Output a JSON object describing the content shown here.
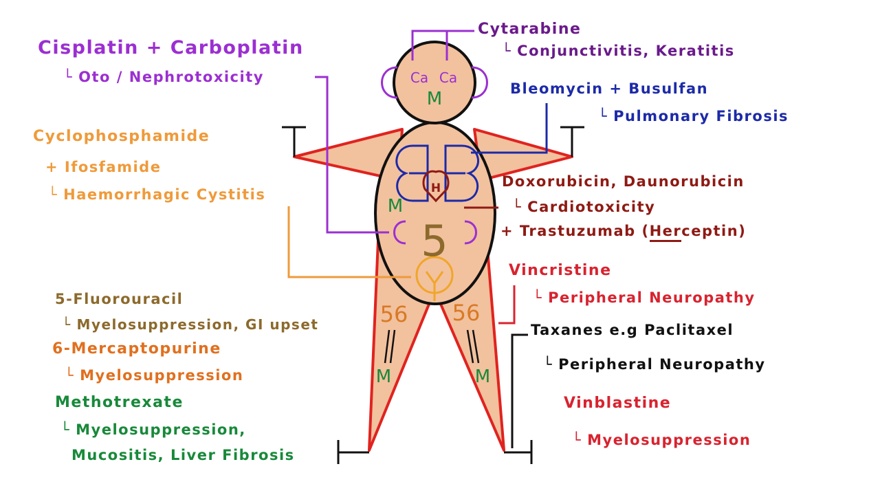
{
  "body_labels": {
    "head_left": "Ca",
    "head_right": "Ca",
    "head_m": "M",
    "heart": "H",
    "gut_5": "5",
    "gut_m": "M",
    "left_leg_num": "56",
    "right_leg_num": "56",
    "left_leg_m": "M",
    "right_leg_m": "M"
  },
  "annotations": {
    "cytarabine": {
      "drug": "Cytarabine",
      "effect": "Conjunctivitis, Keratitis"
    },
    "cisplatin": {
      "drug": "Cisplatin + Carboplatin",
      "effect": "Oto / Nephrotoxicity"
    },
    "bleomycin": {
      "drug": "Bleomycin + Busulfan",
      "effect": "Pulmonary Fibrosis"
    },
    "cyclophosphamide": {
      "drug_line1": "Cyclophosphamide",
      "drug_line2": "+ Ifosfamide",
      "effect": "Haemorrhagic Cystitis"
    },
    "doxorubicin": {
      "drug": "Doxorubicin, Daunorubicin",
      "effect": "Cardiotoxicity",
      "extra_prefix": "+ Trastuzumab (",
      "extra_emph": "Her",
      "extra_rest": "ceptin)"
    },
    "vincristine": {
      "drug": "Vincristine",
      "effect": "Peripheral Neuropathy"
    },
    "taxanes": {
      "drug": "Taxanes e.g Paclitaxel",
      "effect": "Peripheral Neuropathy"
    },
    "vinblastine": {
      "drug": "Vinblastine",
      "effect": "Myelosuppression"
    },
    "fluorouracil": {
      "drug": "5-Fluorouracil",
      "effect": "Myelosuppression, GI upset"
    },
    "mercaptopurine": {
      "drug": "6-Mercaptopurine",
      "effect": "Myelosuppression"
    },
    "methotrexate": {
      "drug": "Methotrexate",
      "effect_line1": "Myelosuppression,",
      "effect_line2": "Mucositis, Liver Fibrosis"
    }
  },
  "colors": {
    "skin": "#f2c19e",
    "outline": "#111111",
    "limb_outline": "#e0231f",
    "purple": "#9b2fd1",
    "blue": "#1c2aa8",
    "orange": "#ef9a3a",
    "maroon": "#8e1a14",
    "red": "#d8232f",
    "brown": "#8c6a2c",
    "green": "#18893a"
  }
}
